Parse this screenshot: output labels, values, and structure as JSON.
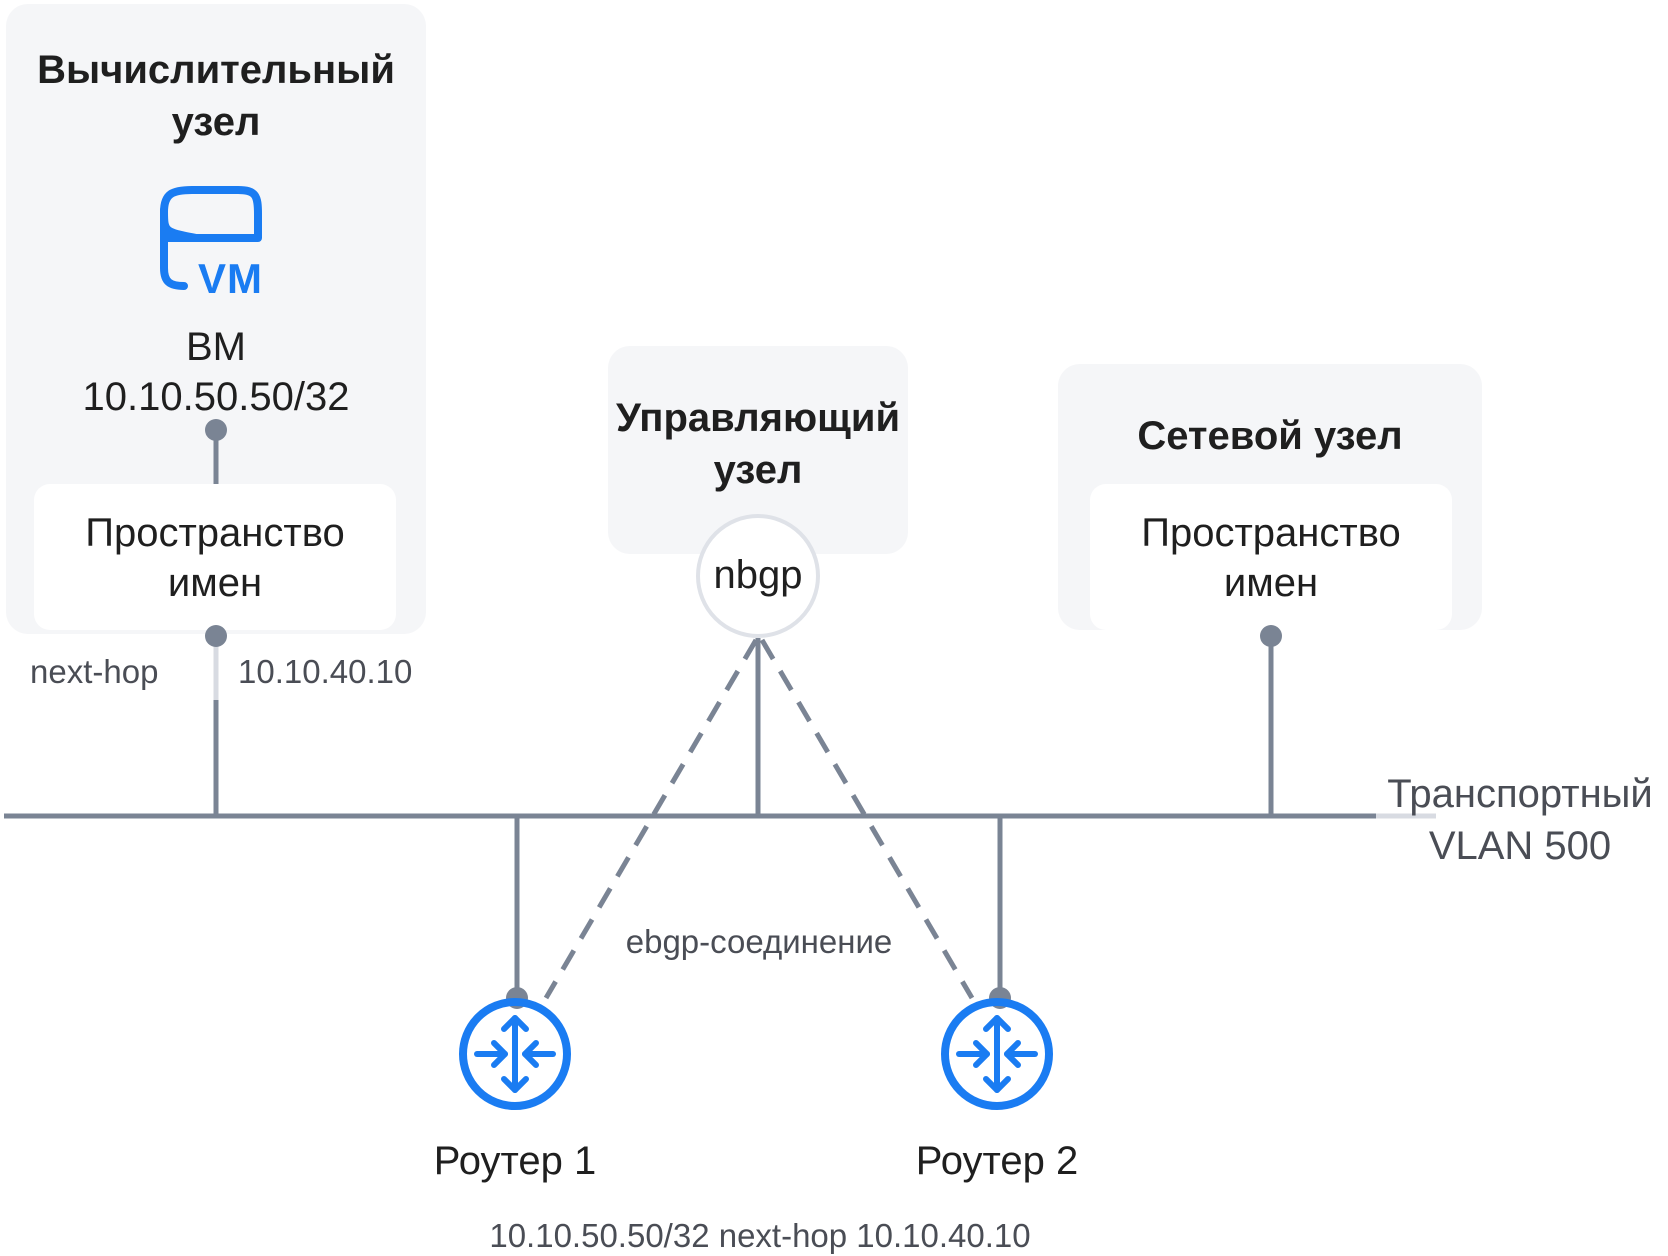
{
  "compute_node": {
    "title_line1": "Вычислительный",
    "title_line2": "узел",
    "vm_icon_label": "VM",
    "vm_label": "ВМ",
    "vm_ip": "10.10.50.50/32",
    "namespace_line1": "Пространство",
    "namespace_line2": "имен",
    "nexthop_label": "next-hop",
    "nexthop_ip": "10.10.40.10"
  },
  "control_node": {
    "title_line1": "Управляющий",
    "title_line2": "узел",
    "nbgp_label": "nbgp"
  },
  "network_node": {
    "title": "Сетевой узел",
    "namespace_line1": "Пространство",
    "namespace_line2": "имен"
  },
  "transport": {
    "line1": "Транспортный",
    "line2": "VLAN 500"
  },
  "ebgp_label": "ebgp-соединение",
  "routers": [
    {
      "label": "Роутер 1",
      "icon": "router-icon"
    },
    {
      "label": "Роутер 2",
      "icon": "router-icon"
    }
  ],
  "route_text": "10.10.50.50/32 next-hop 10.10.40.10",
  "colors": {
    "panel": "#f5f6f8",
    "line": "#7a8494",
    "accent_blue": "#1a7cf2",
    "nbgp_circle": "#dfe2e8"
  }
}
